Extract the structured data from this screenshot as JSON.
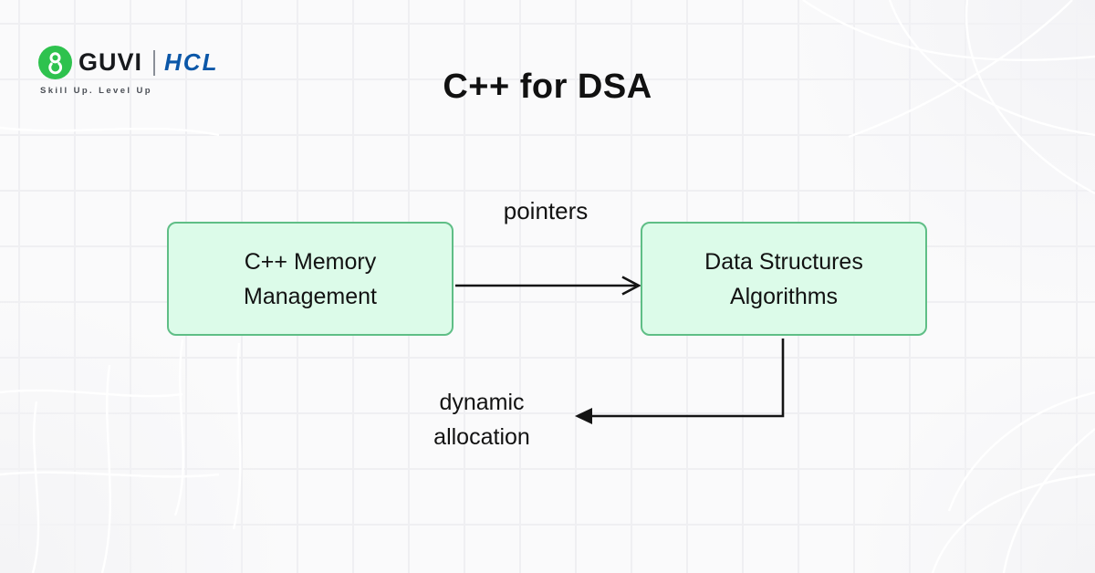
{
  "page": {
    "title": "C++ for DSA"
  },
  "logo": {
    "icon": "guvi-g-icon",
    "guvi": "GUVI",
    "hcl": "HCL",
    "tagline": "Skill Up. Level Up"
  },
  "diagram": {
    "nodes": [
      {
        "id": "cpp-memory-management",
        "line1": "C++ Memory",
        "line2": "Management"
      },
      {
        "id": "data-structures-algorithms",
        "line1": "Data Structures",
        "line2": "Algorithms"
      }
    ],
    "edges": [
      {
        "from": "cpp-memory-management",
        "to": "data-structures-algorithms",
        "label": "pointers",
        "direction": "right"
      },
      {
        "from": "data-structures-algorithms",
        "to": "dynamic-allocation",
        "line1": "dynamic",
        "line2": "allocation",
        "direction": "down-left"
      }
    ]
  },
  "colors": {
    "background": "#fafafb",
    "grid_line": "#efeff2",
    "node_fill": "#dcfbe9",
    "node_border": "#5fbe86",
    "ink": "#141414",
    "hcl_blue": "#0b57a8",
    "guvi_green": "#2ec24e",
    "tagline_gray": "#4a4e55"
  }
}
